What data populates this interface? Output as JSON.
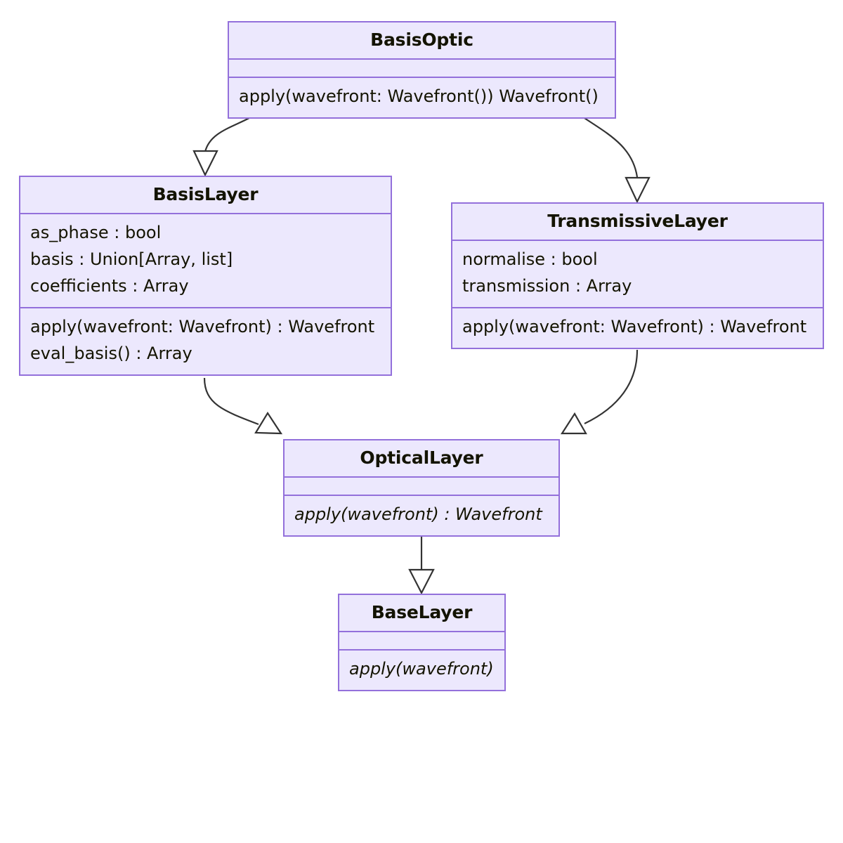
{
  "diagram": {
    "kind": "uml-class-diagram",
    "colors": {
      "node_fill": "#ECE8FD",
      "node_border": "#9370DB",
      "text": "#131300",
      "edge": "#333333",
      "background": "#FFFFFF"
    }
  },
  "classes": [
    {
      "id": "basisoptic",
      "name": "BasisOptic",
      "attributes": [],
      "methods": [
        "apply(wavefront: Wavefront()) Wavefront()"
      ],
      "abstract_methods": false
    },
    {
      "id": "basislayer",
      "name": "BasisLayer",
      "attributes": [
        "as_phase : bool",
        "basis : Union[Array, list]",
        "coefficients : Array"
      ],
      "methods": [
        "apply(wavefront: Wavefront) : Wavefront",
        "eval_basis() : Array"
      ],
      "abstract_methods": false
    },
    {
      "id": "transmissivelayer",
      "name": "TransmissiveLayer",
      "attributes": [
        "normalise : bool",
        "transmission : Array"
      ],
      "methods": [
        "apply(wavefront: Wavefront) : Wavefront"
      ],
      "abstract_methods": false
    },
    {
      "id": "opticallayer",
      "name": "OpticalLayer",
      "attributes": [],
      "methods": [
        "apply(wavefront) : Wavefront"
      ],
      "abstract_methods": true
    },
    {
      "id": "baselayer",
      "name": "BaseLayer",
      "attributes": [],
      "methods": [
        "apply(wavefront)"
      ],
      "abstract_methods": true
    }
  ],
  "relationships": [
    {
      "type": "generalization",
      "from": "BasisLayer",
      "to": "BasisOptic"
    },
    {
      "type": "generalization",
      "from": "TransmissiveLayer",
      "to": "BasisOptic"
    },
    {
      "type": "generalization",
      "from": "OpticalLayer",
      "to": "BasisLayer"
    },
    {
      "type": "generalization",
      "from": "OpticalLayer",
      "to": "TransmissiveLayer"
    },
    {
      "type": "generalization",
      "from": "BaseLayer",
      "to": "OpticalLayer"
    }
  ]
}
